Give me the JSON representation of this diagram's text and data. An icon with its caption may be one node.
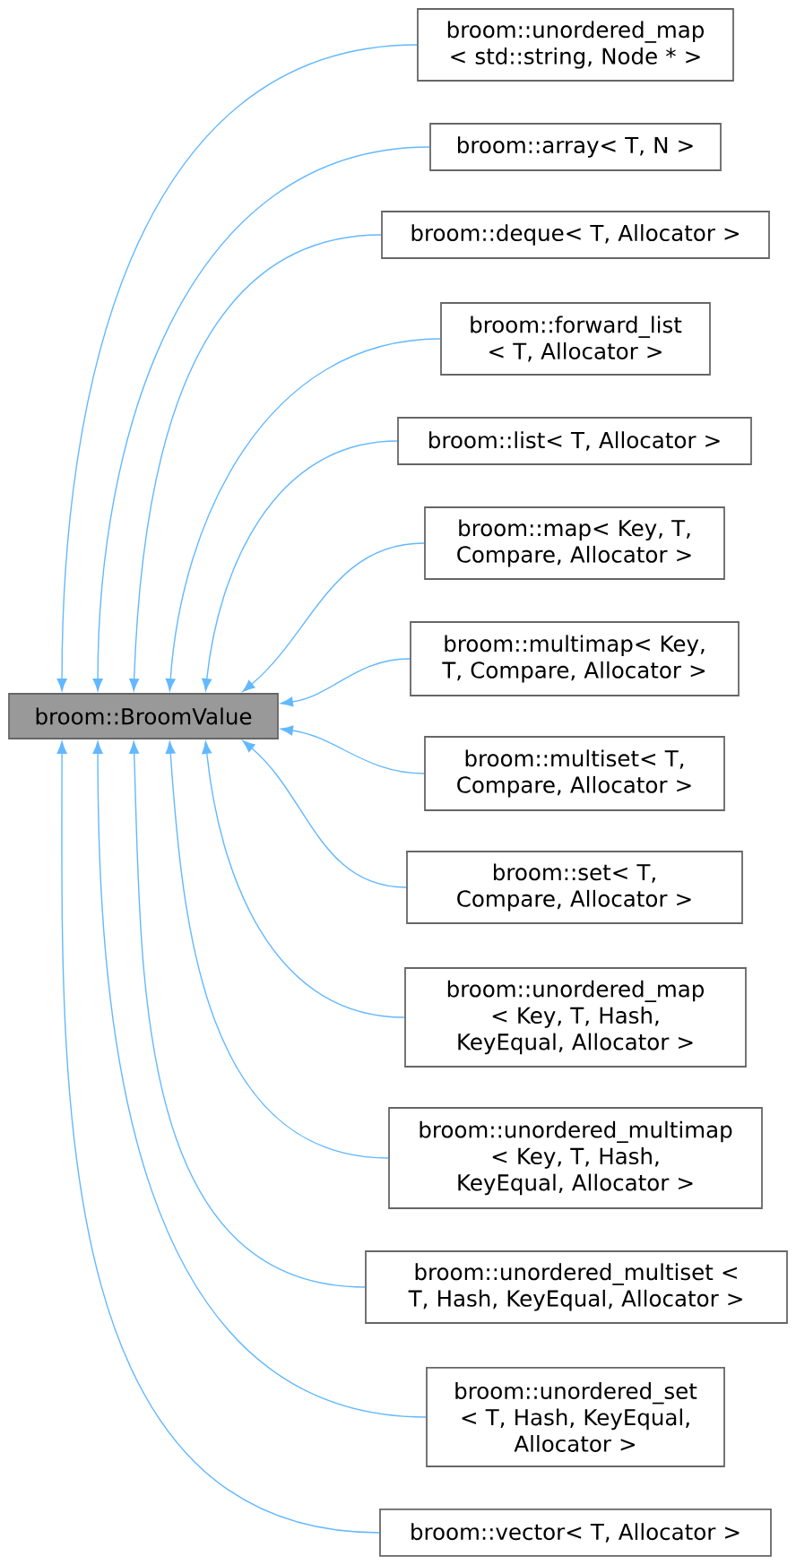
{
  "diagram": {
    "nodes": [
      {
        "text": [
          "broom::BroomValue"
        ]
      },
      {
        "text": [
          "broom::unordered_map < std::string, Node * >"
        ]
      },
      {
        "text": [
          "broom::array< T, N >"
        ]
      },
      {
        "text": [
          "broom::deque< T, Allocator >"
        ]
      },
      {
        "text": [
          "broom::forward_list < T, Allocator >"
        ]
      },
      {
        "text": [
          "broom::list< T, Allocator >"
        ]
      },
      {
        "text": [
          "broom::map< Key, T, Compare, Allocator >"
        ]
      },
      {
        "text": [
          "broom::multimap< Key, T, Compare, Allocator >"
        ]
      },
      {
        "text": [
          "broom::multiset< T, Compare, Allocator >"
        ]
      },
      {
        "text": [
          "broom::set< T, Compare, Allocator >"
        ]
      },
      {
        "text": [
          "broom::unordered_map < Key, T, Hash, KeyEqual, Allocator >"
        ]
      },
      {
        "text": [
          "broom::unordered_multimap < Key, T, Hash, KeyEqual, Allocator >"
        ]
      },
      {
        "text": [
          "broom::unordered_multiset < T, Hash, KeyEqual, Allocator >"
        ]
      },
      {
        "text": [
          "broom::unordered_set < T, Hash, KeyEqual, Allocator >"
        ]
      },
      {
        "text": [
          "broom::vector< T, Allocator >"
        ]
      }
    ],
    "edges": [
      {
        "from": 1,
        "to": 0,
        "arrow": "to"
      },
      {
        "from": 2,
        "to": 0,
        "arrow": "to"
      },
      {
        "from": 3,
        "to": 0,
        "arrow": "to"
      },
      {
        "from": 4,
        "to": 0,
        "arrow": "to"
      },
      {
        "from": 5,
        "to": 0,
        "arrow": "to"
      },
      {
        "from": 6,
        "to": 0,
        "arrow": "to"
      },
      {
        "from": 7,
        "to": 0,
        "arrow": "to"
      },
      {
        "from": 8,
        "to": 0,
        "arrow": "to"
      },
      {
        "from": 9,
        "to": 0,
        "arrow": "to"
      },
      {
        "from": 10,
        "to": 0,
        "arrow": "to"
      },
      {
        "from": 11,
        "to": 0,
        "arrow": "to"
      },
      {
        "from": 12,
        "to": 0,
        "arrow": "to"
      },
      {
        "from": 13,
        "to": 0,
        "arrow": "to"
      },
      {
        "from": 14,
        "to": 0,
        "arrow": "to"
      }
    ]
  }
}
